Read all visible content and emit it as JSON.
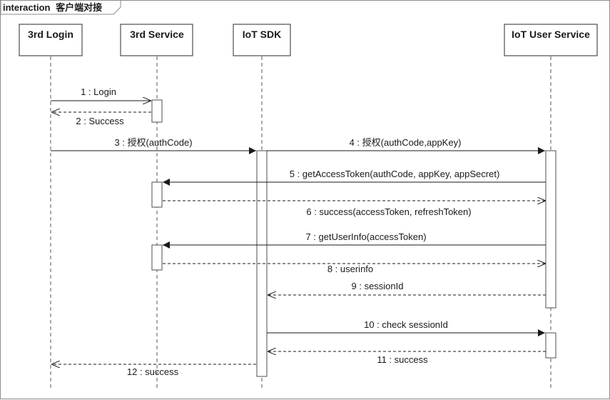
{
  "frame": {
    "keyword": "interaction",
    "name": "客户端对接"
  },
  "participants": [
    {
      "id": "login",
      "label": "3rd Login"
    },
    {
      "id": "service",
      "label": "3rd Service"
    },
    {
      "id": "sdk",
      "label": "IoT SDK"
    },
    {
      "id": "user",
      "label": "IoT User Service"
    }
  ],
  "messages": [
    {
      "label": "1 : Login"
    },
    {
      "label": "2 : Success"
    },
    {
      "label": "3 : 授权(authCode)"
    },
    {
      "label": "4 : 授权(authCode,appKey)"
    },
    {
      "label": "5 : getAccessToken(authCode, appKey, appSecret)"
    },
    {
      "label": "6 : success(accessToken, refreshToken)"
    },
    {
      "label": "7 : getUserInfo(accessToken)"
    },
    {
      "label": "8 : userinfo"
    },
    {
      "label": "9 : sessionId"
    },
    {
      "label": "10 : check sessionId"
    },
    {
      "label": "11 : success"
    },
    {
      "label": "12 : success"
    }
  ]
}
